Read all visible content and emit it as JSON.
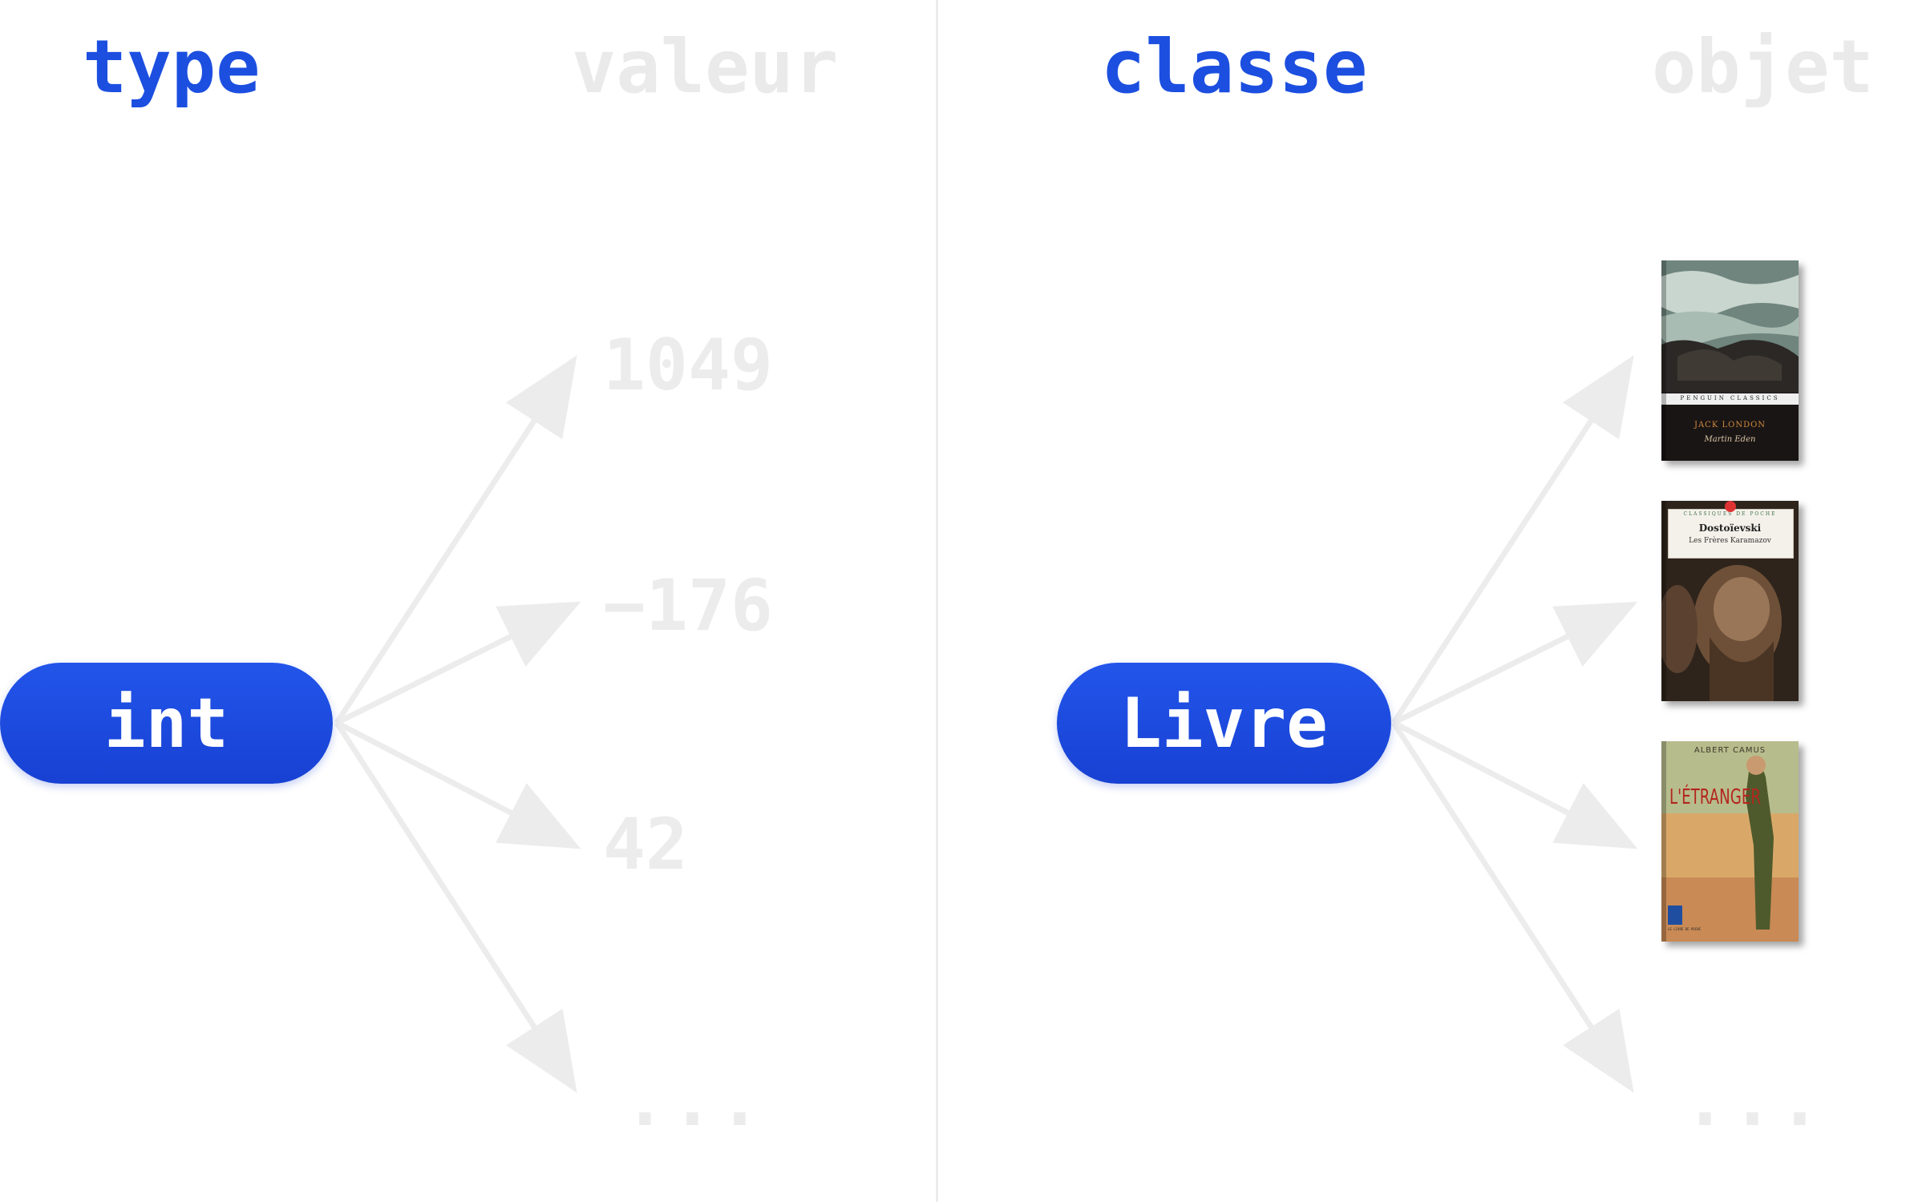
{
  "left": {
    "heading_type": "type",
    "heading_value": "valeur",
    "pill_label": "int",
    "values": [
      "1049",
      "−176",
      "42",
      "..."
    ]
  },
  "right": {
    "heading_class": "classe",
    "heading_object": "objet",
    "pill_label": "Livre",
    "ellipsis": "...",
    "books": [
      {
        "author": "JACK LONDON",
        "title": "Martin Eden",
        "publisher": "PENGUIN CLASSICS"
      },
      {
        "author": "Dostoïevski",
        "title": "Les Frères Karamazov",
        "publisher": "CLASSIQUES DE POCHE"
      },
      {
        "author": "ALBERT CAMUS",
        "title": "L'ÉTRANGER",
        "publisher": "LE LIVRE DE POCHE"
      }
    ]
  },
  "colors": {
    "accent": "#1c4fe0",
    "faint": "#ececec",
    "arrow": "#ececec"
  }
}
